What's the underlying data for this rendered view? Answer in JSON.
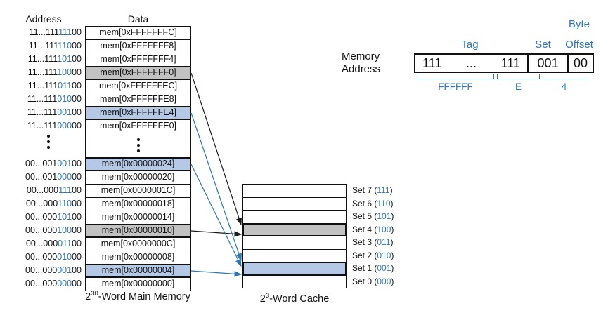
{
  "colors": {
    "blue_text": "#2e75b5",
    "blue_fill": "#b5c8e5",
    "gray_fill": "#c2c2c2",
    "line": "#1a1a1a"
  },
  "memory": {
    "address_header": "Address",
    "data_header": "Data",
    "caption": {
      "pre": "2",
      "sup": "30",
      "post": "-Word Main Memory"
    },
    "top_rows": [
      {
        "tag": "11...111",
        "set": "111",
        "offset": "00",
        "data": "mem[0xFFFFFFFC]",
        "fill": "none"
      },
      {
        "tag": "11...111",
        "set": "110",
        "offset": "00",
        "data": "mem[0xFFFFFFF8]",
        "fill": "none"
      },
      {
        "tag": "11...111",
        "set": "101",
        "offset": "00",
        "data": "mem[0xFFFFFFF4]",
        "fill": "none"
      },
      {
        "tag": "11...111",
        "set": "100",
        "offset": "00",
        "data": "mem[0xFFFFFFF0]",
        "fill": "gray"
      },
      {
        "tag": "11...111",
        "set": "011",
        "offset": "00",
        "data": "mem[0xFFFFFFEC]",
        "fill": "none"
      },
      {
        "tag": "11...111",
        "set": "010",
        "offset": "00",
        "data": "mem[0xFFFFFFE8]",
        "fill": "none"
      },
      {
        "tag": "11...111",
        "set": "001",
        "offset": "00",
        "data": "mem[0xFFFFFFE4]",
        "fill": "blue"
      },
      {
        "tag": "11...111",
        "set": "000",
        "offset": "00",
        "data": "mem[0xFFFFFFE0]",
        "fill": "none"
      }
    ],
    "bottom_rows": [
      {
        "tag": "00...001",
        "set": "001",
        "offset": "00",
        "data": "mem[0x00000024]",
        "fill": "blue"
      },
      {
        "tag": "00...001",
        "set": "000",
        "offset": "00",
        "data": "mem[0x00000020]",
        "fill": "none"
      },
      {
        "tag": "00...000",
        "set": "111",
        "offset": "00",
        "data": "mem[0x0000001C]",
        "fill": "none"
      },
      {
        "tag": "00...000",
        "set": "110",
        "offset": "00",
        "data": "mem[0x00000018]",
        "fill": "none"
      },
      {
        "tag": "00...000",
        "set": "101",
        "offset": "00",
        "data": "mem[0x00000014]",
        "fill": "none"
      },
      {
        "tag": "00...000",
        "set": "100",
        "offset": "00",
        "data": "mem[0x00000010]",
        "fill": "gray"
      },
      {
        "tag": "00...000",
        "set": "011",
        "offset": "00",
        "data": "mem[0x0000000C]",
        "fill": "none"
      },
      {
        "tag": "00...000",
        "set": "010",
        "offset": "00",
        "data": "mem[0x00000008]",
        "fill": "none"
      },
      {
        "tag": "00...000",
        "set": "001",
        "offset": "00",
        "data": "mem[0x00000004]",
        "fill": "blue"
      },
      {
        "tag": "00...000",
        "set": "000",
        "offset": "00",
        "data": "mem[0x00000000]",
        "fill": "none"
      }
    ]
  },
  "cache": {
    "caption": {
      "pre": "2",
      "sup": "3",
      "post": "-Word Cache"
    },
    "rows": [
      {
        "prefix": "Set 7 (",
        "bits": "111",
        "suffix": ")",
        "fill": "none"
      },
      {
        "prefix": "Set 6 (",
        "bits": "110",
        "suffix": ")",
        "fill": "none"
      },
      {
        "prefix": "Set 5 (",
        "bits": "101",
        "suffix": ")",
        "fill": "none"
      },
      {
        "prefix": "Set 4 (",
        "bits": "100",
        "suffix": ")",
        "fill": "gray"
      },
      {
        "prefix": "Set 3 (",
        "bits": "011",
        "suffix": ")",
        "fill": "none"
      },
      {
        "prefix": "Set 2 (",
        "bits": "010",
        "suffix": ")",
        "fill": "none"
      },
      {
        "prefix": "Set 1 (",
        "bits": "001",
        "suffix": ")",
        "fill": "blue"
      },
      {
        "prefix": "Set 0 (",
        "bits": "000",
        "suffix": ")",
        "fill": "none"
      }
    ]
  },
  "address_breakdown": {
    "label_line1": "Memory",
    "label_line2": "Address",
    "byte_label": "Byte",
    "tag_label": "Tag",
    "set_label": "Set",
    "offset_label": "Offset",
    "tag_left": "111",
    "tag_dots": "...",
    "tag_right": "111",
    "set_value": "001",
    "offset_value": "00",
    "hex_tag": "FFFFFF",
    "hex_mid": "E",
    "hex_low": "4"
  }
}
